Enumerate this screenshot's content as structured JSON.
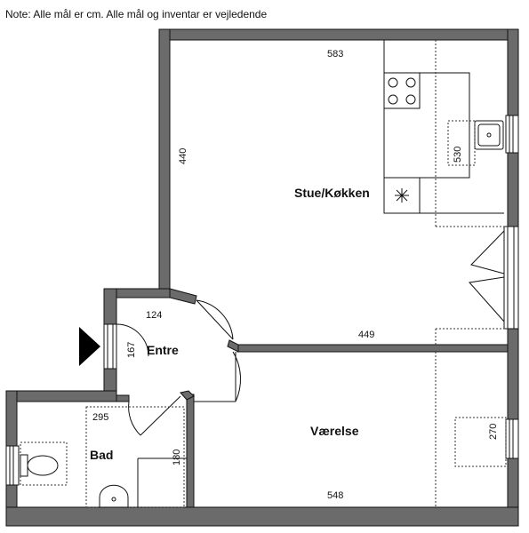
{
  "note": "Note: Alle mål er cm. Alle mål og inventar er vejledende",
  "rooms": {
    "stue": "Stue/Køkken",
    "entre": "Entre",
    "vaerelse": "Værelse",
    "bad": "Bad"
  },
  "dimensions": {
    "stue_width": "583",
    "stue_depth": "440",
    "kitchen_depth": "530",
    "corridor_width": "449",
    "entre_width": "124",
    "entre_depth": "167",
    "bad_width": "295",
    "bad_depth": "180",
    "vaerelse_width": "548",
    "vaerelse_depth": "270"
  }
}
